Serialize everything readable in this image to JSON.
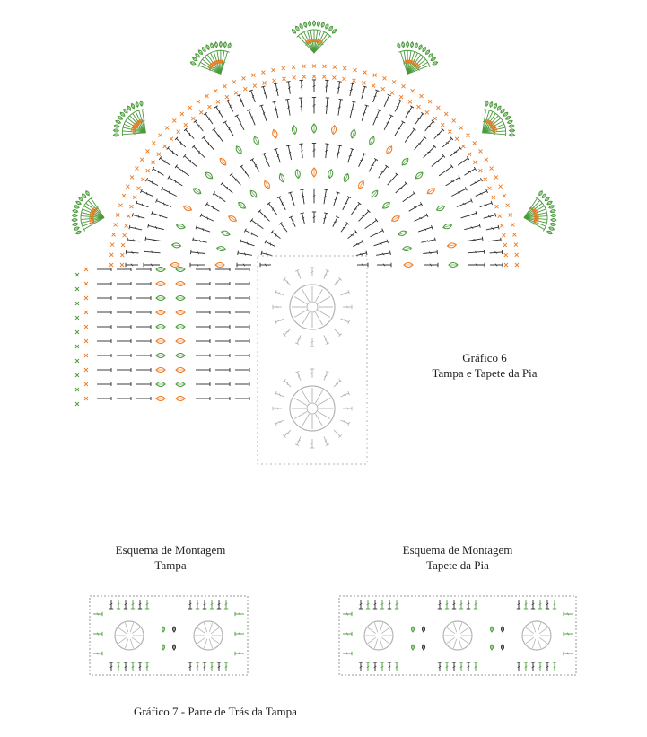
{
  "captions": {
    "grafico6_title": "Gráfico 6",
    "grafico6_subtitle": "Tampa e Tapete da Pia",
    "montagem_tampa_title": "Esquema de Montagem",
    "montagem_tampa_subtitle": "Tampa",
    "montagem_tapete_title": "Esquema de Montagem",
    "montagem_tapete_subtitle": "Tapete da Pia",
    "grafico7": "Gráfico 7 - Parte de Trás da Tampa"
  },
  "colors": {
    "green": "#4a9a3a",
    "orange": "#ee7a22",
    "black": "#2a2a2a",
    "gray": "#b4b4b4",
    "darkgray": "#7a7a7a"
  },
  "montagem_tampa": {
    "motif_count": 2
  },
  "montagem_tapete": {
    "motif_count": 3
  }
}
